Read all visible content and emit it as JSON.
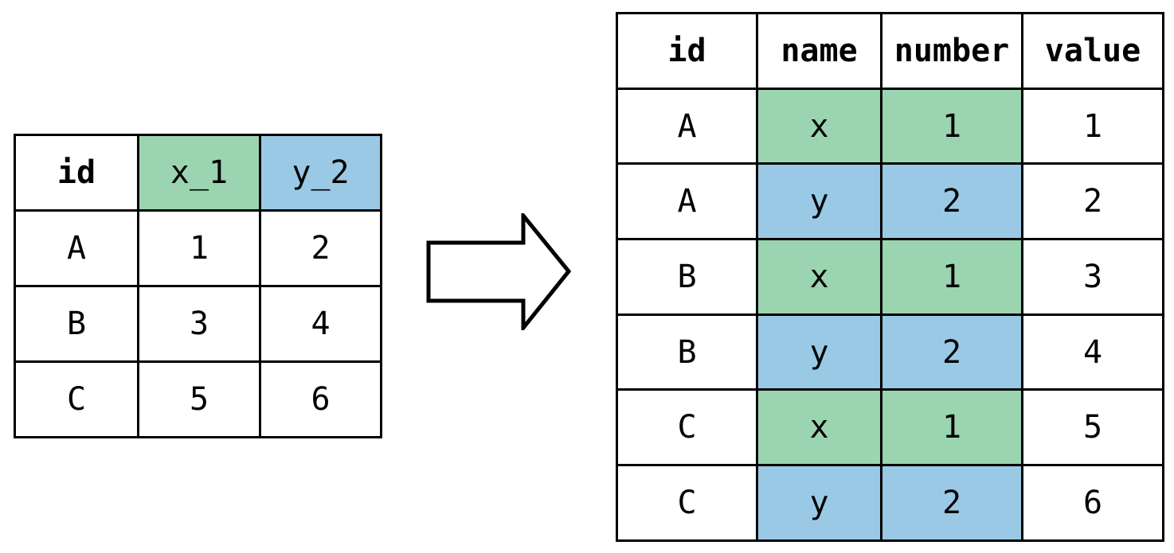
{
  "diagram": {
    "description": "wide-to-long table reshape diagram",
    "colors": {
      "green": "#9bd4b0",
      "blue": "#9ac9e5",
      "border": "#000000",
      "background": "#ffffff",
      "arrow_fill": "#ffffff",
      "arrow_stroke": "#000000"
    },
    "arrow": {
      "icon": "right-arrow",
      "direction": "right"
    },
    "wide_table": {
      "name": "wide-table",
      "headers": [
        {
          "label": "id",
          "bold": true,
          "highlight": null
        },
        {
          "label": "x_1",
          "bold": false,
          "highlight": "green"
        },
        {
          "label": "y_2",
          "bold": false,
          "highlight": "blue"
        }
      ],
      "rows": [
        [
          {
            "text": "A",
            "highlight": null
          },
          {
            "text": "1",
            "highlight": null
          },
          {
            "text": "2",
            "highlight": null
          }
        ],
        [
          {
            "text": "B",
            "highlight": null
          },
          {
            "text": "3",
            "highlight": null
          },
          {
            "text": "4",
            "highlight": null
          }
        ],
        [
          {
            "text": "C",
            "highlight": null
          },
          {
            "text": "5",
            "highlight": null
          },
          {
            "text": "6",
            "highlight": null
          }
        ]
      ]
    },
    "long_table": {
      "name": "long-table",
      "headers": [
        {
          "label": "id",
          "bold": true,
          "highlight": null
        },
        {
          "label": "name",
          "bold": true,
          "highlight": null
        },
        {
          "label": "number",
          "bold": true,
          "highlight": null
        },
        {
          "label": "value",
          "bold": true,
          "highlight": null
        }
      ],
      "rows": [
        [
          {
            "text": "A",
            "highlight": null
          },
          {
            "text": "x",
            "highlight": "green"
          },
          {
            "text": "1",
            "highlight": "green"
          },
          {
            "text": "1",
            "highlight": null
          }
        ],
        [
          {
            "text": "A",
            "highlight": null
          },
          {
            "text": "y",
            "highlight": "blue"
          },
          {
            "text": "2",
            "highlight": "blue"
          },
          {
            "text": "2",
            "highlight": null
          }
        ],
        [
          {
            "text": "B",
            "highlight": null
          },
          {
            "text": "x",
            "highlight": "green"
          },
          {
            "text": "1",
            "highlight": "green"
          },
          {
            "text": "3",
            "highlight": null
          }
        ],
        [
          {
            "text": "B",
            "highlight": null
          },
          {
            "text": "y",
            "highlight": "blue"
          },
          {
            "text": "2",
            "highlight": "blue"
          },
          {
            "text": "4",
            "highlight": null
          }
        ],
        [
          {
            "text": "C",
            "highlight": null
          },
          {
            "text": "x",
            "highlight": "green"
          },
          {
            "text": "1",
            "highlight": "green"
          },
          {
            "text": "5",
            "highlight": null
          }
        ],
        [
          {
            "text": "C",
            "highlight": null
          },
          {
            "text": "y",
            "highlight": "blue"
          },
          {
            "text": "2",
            "highlight": "blue"
          },
          {
            "text": "6",
            "highlight": null
          }
        ]
      ]
    }
  }
}
